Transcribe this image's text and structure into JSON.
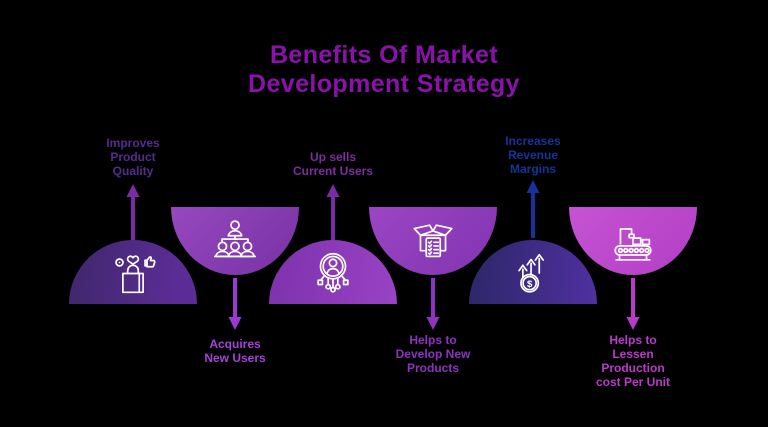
{
  "background_color": "#000000",
  "title": {
    "text": "Benefits Of Market\nDevelopment Strategy",
    "color": "#8a12ab"
  },
  "benefits": [
    {
      "label": "Improves\nProduct\nQuality",
      "label_color": "#532c8e",
      "arrow_color": "#7c2ba6",
      "arrow_direction": "up",
      "shape": "dome",
      "shape_gradient": [
        "#41286f",
        "#5c2c96"
      ],
      "icon": "shopping-bag-satisfaction"
    },
    {
      "label": "Acquires\nNew Users",
      "label_color": "#a343d8",
      "arrow_color": "#9c38d4",
      "arrow_direction": "down",
      "shape": "bowl",
      "shape_gradient": [
        "#9748c0",
        "#7731a3"
      ],
      "icon": "team-hierarchy"
    },
    {
      "label": "Up sells\nCurrent Users",
      "label_color": "#7b2da2",
      "arrow_color": "#7c2ba6",
      "arrow_direction": "up",
      "shape": "dome",
      "shape_gradient": [
        "#7c33ab",
        "#9942c5"
      ],
      "icon": "connected-user"
    },
    {
      "label": "Helps to\nDevelop New\nProducts",
      "label_color": "#8d33c0",
      "arrow_color": "#8d33c0",
      "arrow_direction": "down",
      "shape": "bowl",
      "shape_gradient": [
        "#9a45c5",
        "#8234af"
      ],
      "icon": "product-box-checklist"
    },
    {
      "label": "Increases\nRevenue\nMargins",
      "label_color": "#16339b",
      "arrow_color": "#16339b",
      "arrow_direction": "up",
      "shape": "dome",
      "shape_gradient": [
        "#2c2768",
        "#5030a0"
      ],
      "icon": "revenue-growth"
    },
    {
      "label": "Helps to\nLessen\nProduction\ncost Per Unit",
      "label_color": "#b93bca",
      "arrow_color": "#b93bca",
      "arrow_direction": "down",
      "shape": "bowl",
      "shape_gradient": [
        "#c653d3",
        "#b23ec5"
      ],
      "icon": "production-line"
    }
  ],
  "icon_text": {
    "dollar_sign": "$"
  }
}
